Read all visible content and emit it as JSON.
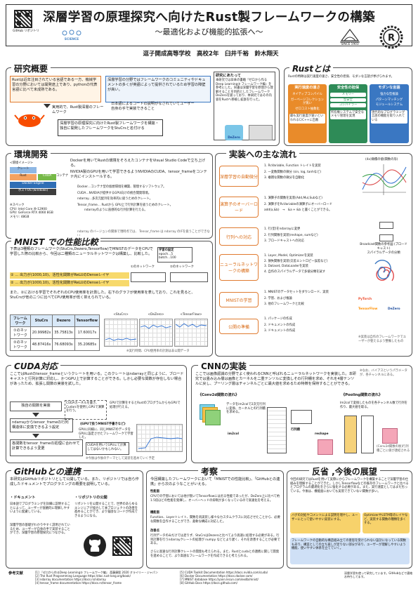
{
  "title": {
    "main": "深層学習の原理探究へ向けたRust製フレームワークの構築",
    "sub": "〜最適化および機能的拡張へ〜",
    "authors": "逗子開成高等学校　高校2年　臼井千裕　鈴木翔天",
    "github_label": "GitHub リポジトリ",
    "logo_science": "SCIENCE",
    "logo_since": "SINCE 1903"
  },
  "overview": {
    "heading": "研究概要",
    "p1": "Rustは近年注目されている言語である一方、機械学習の分野においては開発途上であり、pythonの代表言語に比べて未成熟である。",
    "p2": "深層学習の分野ではフレームワークのコミュニティやドキュメントの多くが英語によって提供されているため学習の障壁が高い。",
    "cond1": "実用的で、Rust製深層のフレームワーク",
    "cond2": "日本語によるコードの説明がなされていてユーザー自身の手で実装できること",
    "goal": "深層学習の原理探究に向けたRust製フレームワークを構築・独自に開発したフレームワークをStuCrsと名付ける",
    "note_title": "研究にあたって",
    "note": "本研究では日本の書籍『ゼロから作るDeep Learning③ フレームワーク編』を参考にした。同書は深層学習を原理から理解することを目的としたフレームワークDeZeroを扱っており、本研究ではその内容をRustへ移植し拡張を行った。",
    "dezero_label": "DeZero"
  },
  "rust": {
    "heading": "Rustとは",
    "lead": "Rustの特徴は実行速度の速さ、安全性の担保、モダンな言語が挙げられます。",
    "cols": [
      {
        "title": "実行速度の速さ",
        "items": [
          "ネイティブコンパイル",
          "ガーベージコレクションが無い",
          "ゼロコスト抽象化"
        ],
        "note": "最も実行速度が速いといわれるC/C++に匹敵"
      },
      {
        "title": "安全性の担保",
        "items": [
          "メモリー",
          "型安全",
          "コンパイラー"
        ],
        "note": "所有権システムで安全なメモリ管理を実現"
      },
      {
        "title": "モダンな言語",
        "items": [
          "強力な型推論",
          "パターンマッチング",
          "モジュールシステム"
        ],
        "note": "現代的なプログラミング言語の機能を取り入れている"
      }
    ]
  },
  "env": {
    "heading": "環境開発",
    "p1": "Dockerを用いてRustの環境をそろえたコンテナをVisual Studio Codeで立ち上げる。",
    "p2": "NVIDIA製のGPUを用いて学習できるようNVIDIAのCUDA、tensor_frameをコンテナ内にインストールする。",
    "bullets": [
      "Docker…コンテナ型の仮想環境を構築、管理するソフトウェア。",
      "CUDA…NVIDIAが提供するGPU向けの統合開発環境。",
      "ndarray…多次元配列を効率的に扱うためのクレート。",
      "Tensor_frame… Rustから GPU上で行列計算を扱うためのクレート。"
    ],
    "sub_bullet": "ndarrayのように直感的な行列計算を行える。",
    "diagram_title": "<環境イメージ>",
    "diagram_labels": [
      "クレート",
      "Rust",
      "CUDA",
      "コンテナ",
      "Docker Engine",
      "ホストOS (windows)"
    ],
    "spec_title": "※スペック",
    "specs": [
      "CPU: Intel Core i9-12900",
      "GPU: GeForce RTX 4060 8GB",
      "メモリ: 48GB"
    ],
    "footnote": "ndarray のバージョンの関係で現時点では、 Tensor_frame は ndarray のIFを扱うことができない。"
  },
  "flow": {
    "heading": "実装への主な流れ",
    "steps": [
      {
        "label": "深層学習の自動微分",
        "items": [
          "1. RcVariable, Function トレイトを実装",
          "2. 一変数関数の微分 (sin, log, tanhなど)",
          "3. 複雑な関数の微分を自動化"
        ]
      },
      {
        "label": "演算子のオーバーロード",
        "items": [
          "1. 演算子の関数を実装(Add,Mul,Subなど)",
          "2. 演算子をRcVariableの演算子にオーバーロード",
          "add(a,&b)　→　&a + &b と書くことができる。"
        ]
      },
      {
        "label": "行列への対応",
        "items": [
          "1. 行(型)をndarrayに変更",
          "2. 行列関数を実装(reshape, sumなど)",
          "3. ブロードキャストへの対応"
        ]
      },
      {
        "label": "ニューラルネットワークの構築",
        "items": [
          "1. Layer, Model, Optimizerを実装",
          "2. 損失関数を実装(交差エントロピー誤差など)",
          "3. Dataset, DataLoaderを実装",
          "4. 自作のスパイラルデータで多値分類を試す"
        ]
      },
      {
        "label": "MNISTの学習",
        "items": [
          "1. MNISTのデータセットをダウンロード、実装",
          "2. 学習、および推論",
          "3. 他のフレームワークと比較"
        ]
      },
      {
        "label": "公開の準備",
        "items": [
          "1. パッケージの作成",
          "2. ドキュメントの作成",
          "3. ドキュメントの作成"
        ]
      }
    ],
    "graph_caption": "(4x)微積の値(関数の形)",
    "broadcast_caption": "Broadcast関数の参考図 (ブロードキャスト)",
    "spiral_caption": "スパイラルデータの分類",
    "logos": [
      "PyTorch",
      "TensorFlow",
      "DeZero"
    ],
    "footnote": "※実装は自作のフレームワークでユーザーが使えるよう整備したもの"
  },
  "mnist": {
    "heading": "MNIST での性能比較",
    "p1": "下表は3種類のフレームワーク(StuCrs,Dezero,Tensorflow)でMNISTのデータをCPUで学習した際の比較から、今回は二種類のニューラルネットワークは構築し、比較した。",
    "cond_title": "学習の設定",
    "conds": [
      "epoch…5",
      "batch…100"
    ],
    "net1": "①のネットワーク",
    "net2": "②のネットワーク",
    "row1": "① … 出力が(1000,10)、活性化関数がReLUのDenseレイヤ",
    "row2": "② … 出力が(1000,10)、活性化関数がReLUのDenseレイヤ",
    "p2": "また、②における学習でそれぞれのCPU使用率を計測した。右下のグラフが使用率を表しており、これを見ると、StuCrsが他の二つに比べてCPU使用率が低く抑えられている。",
    "table_headers": [
      "フレームワーク",
      "StuCrs",
      "Dezero",
      "Tensorflow"
    ],
    "table_rows": [
      [
        "①のネットワーク",
        "20.99982s",
        "35.75813s",
        "17.60017s"
      ],
      [
        "②のネットワーク",
        "48.87416s",
        "76.68093s",
        "35.20685s"
      ]
    ],
    "graph_labels": [
      "<StuCrs>",
      "<DeZero>",
      "<TensorFlow>"
    ],
    "note": "※実行時間、CPU使用率の計測は非公開データ"
  },
  "cuda": {
    "heading": "CUDA対応",
    "p1": "ここではRustのtensor_frameというクレートを用いる。このクレートはndarrayと同じように、ブロードキャストと行列計算に対応し、かつGPU上で計算することができる。しかし必要な関数が存在しない場合があったため、拡張し関数の実装を試した。",
    "flow1": "独自の関数を実装",
    "flow2": "ndarrayからtensor_frameの行列構造体に変換できるよう設定",
    "flow3": "各関数をtensor_frameの処理に合わせて計算できるよう変更",
    "side1": "CUDAカーネルを書き、Cudarcを使用しGPUで演算を行う。",
    "side2": "GPUで計算をするとRustのプログラムからもGPUで処理が行える。",
    "gpu_title": "《GPUで扱うMNIST手書きなど》",
    "gpu_desc": "GPUに同様に、同じMNISTのデータをGPUに設定させたフレームワークで学習した。",
    "gpu_note": "CUDAを用いてGPUにて計算してはないかもしれない。",
    "footnote": "※今後は今後のテーマとして実装を進めていく予定"
  },
  "cnn": {
    "heading": "CNNの実装",
    "p1": "ここでは画像認識の分野でよく使われるCNNと呼ばれるニューラルネットワークを実装した。本研究では畳み込み層は画像とカーネルを二重テンソルに変換しその行列積を求め、それを4層テンソルに戻し、プーリング層はチャンネルごとに最大値を求めるため特徴を保持することができる。",
    "conv_title": "《Conv2d関数の流れ》",
    "pool_title": "《Pooling関数の流れ》",
    "conv_desc": "データをim2colで2次元行列に変換、カーネルとの行列積を求める。",
    "pool_desc": "Im2colで変換したものを各チャンネル数で行列を作り、最大値を取る。",
    "im2col_label": "im2col",
    "kernel_label": "行列積",
    "reshape_label": "reshape",
    "note_top": "※なお、バイアスというパラメータが、各チャンネルにある。",
    "note_side": "(Conv2d関数の後)行列積ごとに値が連結される"
  },
  "github": {
    "heading": "GitHubとの連携",
    "p1": "本研究はGitHubリポジトリとして公開している。また、リポジトリでは自ら作成したドキュメントでプログラミングの概要を説明している。",
    "doc_title": "・ドキュメント",
    "doc_text": "日本語でプログラミングを詳細に説明することによって、ユーザーが直観的に理解しやすいように配慮している。",
    "doc_text2": "深層学習の基礎がわかりやすく説明されているため、ユーザーが自身の手で実装することができ、深層学習の原理探究につながる。",
    "repo_title": "・リポジトリの公開",
    "repo_text": "リポジトリを公開することで、世界のあらゆるエンジニアが協力して本プロジェクトの改善を進めることができ、より強固なコードが作成できるようになる。"
  },
  "discussion": {
    "heading": "考察",
    "p1": "今回構築したフレームワークにおいて「MNISTでの性能比較」、「GitHubとの連携」から次のようなことがいえる。",
    "perf_title": "性能面",
    "perf": "CPUでの学習においては他が無いてTensorflowには劣る性能であったが、DeZero上に比べて約1.5倍ほどの性能を発揮し、オーバーヘッドの抑制が多くなっているので高速化を考える。",
    "func_title": "機能面",
    "func": "Function、Layerトレイト、関数を再実装し様々なカスタムクラスに対応させたことから、必要な関数を自作することができ、柔軟な構成に対応した。",
    "improve_title": "改善点",
    "improve": "行列データのみだけでは足りず、StuCrsはDezeroと比べてより高速に処理する必要がある。行列計算を行うndarrayクレートの処理が numpy などとより遅く、それを改善することが必要である。",
    "improve2": "さらに高速な行列計算クレートの開発も考えられる。また、Rustとcudaとの連携に関して開発を進めることで、より高速なフレームワークを作成できると考えられる。"
  },
  "future": {
    "heading": "反省 ,今後の展望",
    "p1": "今回の研究ではRustを用いて実際にからフレームワークを構築することで深層学習の仕組みを理解することができた。しかしTensorflowなどの既存のフレームワークと比べるとプログラムの最適化をさらに強化する必要がある。また、実行速度としてはまだ劣っている。今後は、機能面においても実装できていない関数が多い。",
    "tag1": "バグの対処やコメントによる説明を増やし、ユーザーにとって使いやすい実装にする。",
    "tag2": "OptimizerやLSTM等のレイヤなど、実装する関数の種類を多くする。",
    "p2": "フレームワークの自動的な構造組み立ての意思を受けられない設計になっている関数もあり、構造としての立ち直しが足りない部分があり、ユーザーが理解しやすいよう機能、使いやすい体系を立てていく。"
  },
  "refs": {
    "title": "参考文献",
    "items": [
      "[1] 『ゼロから作るDeep Learning③ フレームワーク編』 斎藤康毅 2020 オライリー・ジャパン",
      "[2] The Rust Programming Language https://doc.rust-lang.org/book/",
      "[3] ndarray documentation https://docs.rs/ndarray",
      "[4] tensor_frame documentation https://docs.rs/tensor_frame",
      "[5] CUDA Toolkit Documentation https://docs.nvidia.com/cuda/",
      "[6] Docker Documentation https://docs.docker.com/",
      "[7] MNIST database https://yann.lecun.com/exdb/mnist/",
      "[8] GitHub Docs https://docs.github.com/"
    ],
    "contact": "深層学習を使って研究しています。GitHubなどで連絡お待ちしてます。"
  }
}
